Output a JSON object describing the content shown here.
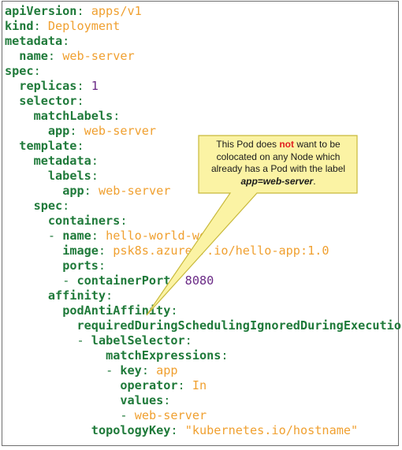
{
  "yaml_lines": [
    {
      "indent": 0,
      "key": "apiVersion",
      "value": "apps/v1",
      "vtype": "str"
    },
    {
      "indent": 0,
      "key": "kind",
      "value": "Deployment",
      "vtype": "str"
    },
    {
      "indent": 0,
      "key": "metadata",
      "value": "",
      "vtype": ""
    },
    {
      "indent": 2,
      "key": "name",
      "value": "web-server",
      "vtype": "str"
    },
    {
      "indent": 0,
      "key": "spec",
      "value": "",
      "vtype": ""
    },
    {
      "indent": 2,
      "key": "replicas",
      "value": "1",
      "vtype": "num"
    },
    {
      "indent": 2,
      "key": "selector",
      "value": "",
      "vtype": ""
    },
    {
      "indent": 4,
      "key": "matchLabels",
      "value": "",
      "vtype": ""
    },
    {
      "indent": 6,
      "key": "app",
      "value": "web-server",
      "vtype": "str"
    },
    {
      "indent": 2,
      "key": "template",
      "value": "",
      "vtype": ""
    },
    {
      "indent": 4,
      "key": "metadata",
      "value": "",
      "vtype": ""
    },
    {
      "indent": 6,
      "key": "labels",
      "value": "",
      "vtype": ""
    },
    {
      "indent": 8,
      "key": "app",
      "value": "web-server",
      "vtype": "str"
    },
    {
      "indent": 4,
      "key": "spec",
      "value": "",
      "vtype": ""
    },
    {
      "indent": 6,
      "key": "containers",
      "value": "",
      "vtype": ""
    },
    {
      "indent": 6,
      "dash": true,
      "key": "name",
      "value": "hello-world-web",
      "vtype": "str"
    },
    {
      "indent": 8,
      "key": "image",
      "value": "psk8s.azurecr.io/hello-app:1.0",
      "vtype": "str"
    },
    {
      "indent": 8,
      "key": "ports",
      "value": "",
      "vtype": ""
    },
    {
      "indent": 8,
      "dash": true,
      "key": "containerPort",
      "value": "8080",
      "vtype": "num"
    },
    {
      "indent": 6,
      "key": "affinity",
      "value": "",
      "vtype": ""
    },
    {
      "indent": 8,
      "key": "podAntiAffinity",
      "value": "",
      "vtype": ""
    },
    {
      "indent": 10,
      "key": "requiredDuringSchedulingIgnoredDuringExecution",
      "value": "",
      "vtype": ""
    },
    {
      "indent": 10,
      "dash": true,
      "key": "labelSelector",
      "value": "",
      "vtype": ""
    },
    {
      "indent": 14,
      "key": "matchExpressions",
      "value": "",
      "vtype": ""
    },
    {
      "indent": 14,
      "dash": true,
      "key": "key",
      "value": "app",
      "vtype": "str"
    },
    {
      "indent": 16,
      "key": "operator",
      "value": "In",
      "vtype": "str"
    },
    {
      "indent": 16,
      "key": "values",
      "value": "",
      "vtype": ""
    },
    {
      "indent": 16,
      "dash": true,
      "key": "",
      "value": "web-server",
      "vtype": "str"
    },
    {
      "indent": 12,
      "key": "topologyKey",
      "value": "\"kubernetes.io/hostname\"",
      "vtype": "str"
    }
  ],
  "callout": {
    "text_before": "This Pod does ",
    "text_highlight": "not",
    "text_middle": " want to be colocated on any Node which already has a Pod with the label ",
    "text_emphasis": "app=web-server",
    "text_after": ".",
    "fill_color": "#fbf3a4",
    "border_color": "#c8b93a",
    "highlight_color": "#e02020"
  },
  "colors": {
    "key": "#1f7a3a",
    "string": "#f0a030",
    "number": "#6a2a86",
    "border": "#6e6e6e"
  }
}
